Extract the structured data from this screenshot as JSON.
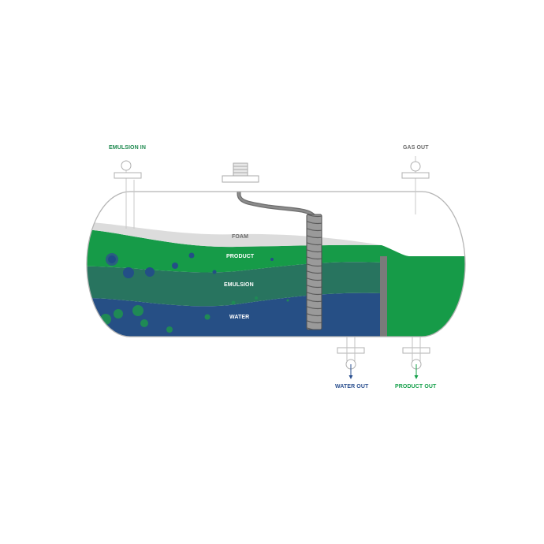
{
  "colors": {
    "product": "#169b48",
    "emulsion": "#28745f",
    "water": "#264f85",
    "foam": "#dcdcdc",
    "vessel_outline": "#b5b5b5",
    "label_green": "#1f8a50",
    "label_gray": "#6b6b6b",
    "label_blue": "#2a4f8f",
    "label_bright_green": "#15a04a",
    "inside_label": "#ffffff"
  },
  "labels": {
    "emulsion_in": "EMULSION IN",
    "gas_out": "GAS OUT",
    "water_out": "WATER OUT",
    "product_out": "PRODUCT OUT"
  },
  "layers": {
    "foam": "FOAM",
    "product": "PRODUCT",
    "emulsion": "EMULSION",
    "water": "WATER"
  },
  "icons": {
    "inlet_nozzle": "flange-nozzle-icon",
    "gas_outlet": "flange-nozzle-icon",
    "water_outlet": "flange-nozzle-icon",
    "product_outlet": "flange-nozzle-icon",
    "top_connector": "threaded-fitting-icon",
    "downcomer": "downcomer-pipe-icon",
    "weir": "weir-plate-icon"
  }
}
